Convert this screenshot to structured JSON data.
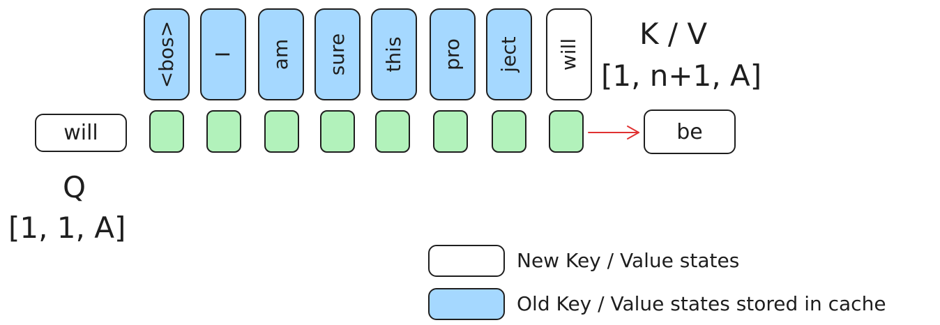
{
  "kv_tokens": [
    {
      "text": "<bos>",
      "state": "old"
    },
    {
      "text": "I",
      "state": "old"
    },
    {
      "text": "am",
      "state": "old"
    },
    {
      "text": "sure",
      "state": "old"
    },
    {
      "text": "this",
      "state": "old"
    },
    {
      "text": "pro",
      "state": "old"
    },
    {
      "text": "ject",
      "state": "old"
    },
    {
      "text": "will",
      "state": "new"
    }
  ],
  "query_token": "will",
  "output_token": "be",
  "labels": {
    "kv_title": "K / V",
    "kv_shape": "[1, n+1, A]",
    "q_title": "Q",
    "q_shape": "[1, 1, A]"
  },
  "legend": {
    "new_label": "New Key / Value states",
    "old_label": "Old Key / Value states stored in cache"
  },
  "colors": {
    "old_state_fill": "#a5d8ff",
    "new_state_fill": "#ffffff",
    "attention_fill": "#b2f2bb",
    "arrow": "#e03131",
    "stroke": "#1e1e1e"
  }
}
